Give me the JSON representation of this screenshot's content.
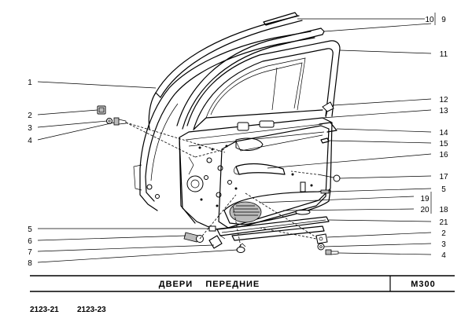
{
  "callouts": {
    "c1": "1",
    "c2a": "2",
    "c3a": "3",
    "c4a": "4",
    "c5a": "5",
    "c6": "6",
    "c7": "7",
    "c8": "8",
    "c9": "9",
    "c10": "10",
    "c11": "11",
    "c12": "12",
    "c13": "13",
    "c14": "14",
    "c15": "15",
    "c16": "16",
    "c17": "17",
    "c5b": "5",
    "c19": "19",
    "c20": "20",
    "c18": "18",
    "c21": "21",
    "c2b": "2",
    "c3b": "3",
    "c4b": "4"
  },
  "footer": {
    "title": "ДВЕРИ    ПЕРЕДНИЕ",
    "code": "М300",
    "model1": "2123-21",
    "model2": "2123-23"
  }
}
